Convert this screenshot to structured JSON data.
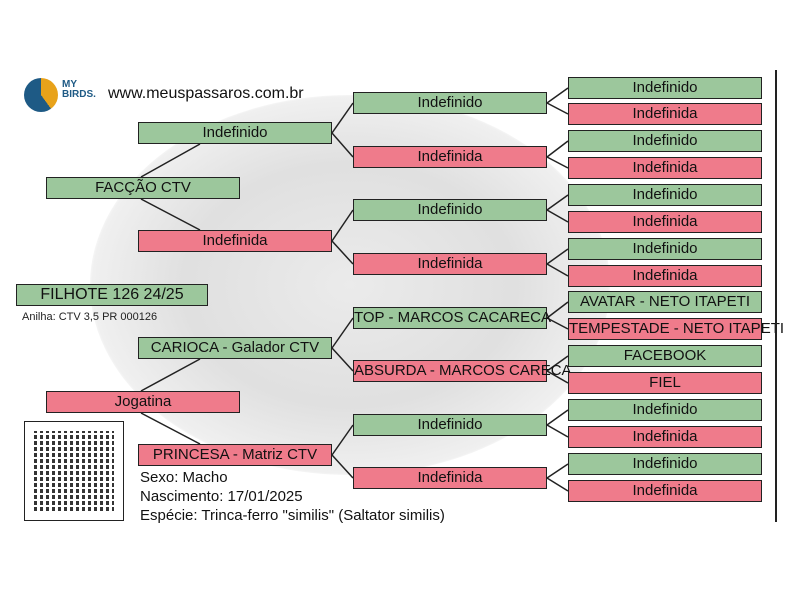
{
  "header": {
    "logo_text": "MY BIRDS.",
    "url": "www.meuspassaros.com.br"
  },
  "subject": {
    "name": "FILHOTE 126 24/25",
    "ring": "Anilha: CTV 3,5 PR 000126",
    "sex": "Sexo: Macho",
    "birth": "Nascimento: 17/01/2025",
    "species": "Espécie: Trinca-ferro \"similis\" (Saltator similis)"
  },
  "colors": {
    "male": "#9cc79c",
    "female": "#ef7b8b"
  },
  "parents": [
    "FACÇÃO CTV",
    "Jogatina"
  ],
  "grandparents": [
    "Indefinido",
    "Indefinida",
    "CARIOCA - Galador CTV",
    "PRINCESA - Matriz CTV"
  ],
  "great_grandparents": [
    "Indefinido",
    "Indefinida",
    "Indefinido",
    "Indefinida",
    "TOP - MARCOS CACARECA",
    "ABSURDA - MARCOS CARECA",
    "Indefinido",
    "Indefinida"
  ],
  "gg_grandparents": [
    "Indefinido",
    "Indefinida",
    "Indefinido",
    "Indefinida",
    "Indefinido",
    "Indefinida",
    "Indefinido",
    "Indefinida",
    "AVATAR - NETO ITAPETI",
    "TEMPESTADE - NETO ITAPETI",
    "FACEBOOK",
    "FIEL",
    "Indefinido",
    "Indefinida",
    "Indefinido",
    "Indefinida"
  ]
}
